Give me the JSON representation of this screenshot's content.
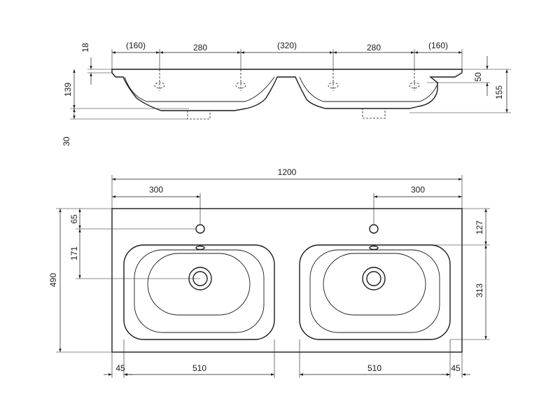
{
  "side_view": {
    "thickness_top": "18",
    "spacing": [
      "(160)",
      "280",
      "(320)",
      "280",
      "(160)"
    ],
    "bowl_depth": "139",
    "drain_offset": "30",
    "edge_height": "50",
    "total_height": "155"
  },
  "top_view": {
    "width_total": "1200",
    "tap_offset_left": "300",
    "tap_offset_right": "300",
    "tap_from_back": "65",
    "drain_from_tap": "171",
    "depth_total": "490",
    "back_to_bowl": "127",
    "bowl_depth": "313",
    "margin_left": "45",
    "bowl_width_left": "510",
    "bowl_width_right": "510",
    "margin_right": "45"
  }
}
